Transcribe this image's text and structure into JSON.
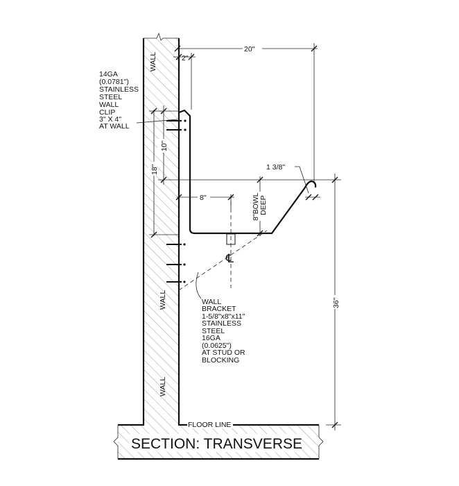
{
  "title": "SECTION: TRANSVERSE",
  "wall_labels": [
    "WALL",
    "WALL",
    "WALL"
  ],
  "floor_label": "FLOOR LINE",
  "dimensions": {
    "overall_depth": "20\"",
    "wall_offset": "2\"",
    "backsplash": "10\"",
    "rim_to_clip": "18\"",
    "drain_offset": "8\"",
    "bowl_depth": [
      "8\"BOWL",
      "DEEP"
    ],
    "rim_curl": "1 3/8\"",
    "rim_height": "36\""
  },
  "wall_clip_note": [
    "14GA",
    "(0.0781\")",
    "STAINLESS",
    "STEEL",
    "WALL",
    "CLIP",
    "3\" X 4\"",
    "AT WALL"
  ],
  "bracket_note": [
    "WALL",
    "BRACKET",
    "1-5/8\"x8\"x11\"",
    "STAINLESS",
    "STEEL",
    "16GA",
    "(0.0625\")",
    "AT STUD OR",
    "BLOCKING"
  ],
  "centerline_symbol": "℄"
}
